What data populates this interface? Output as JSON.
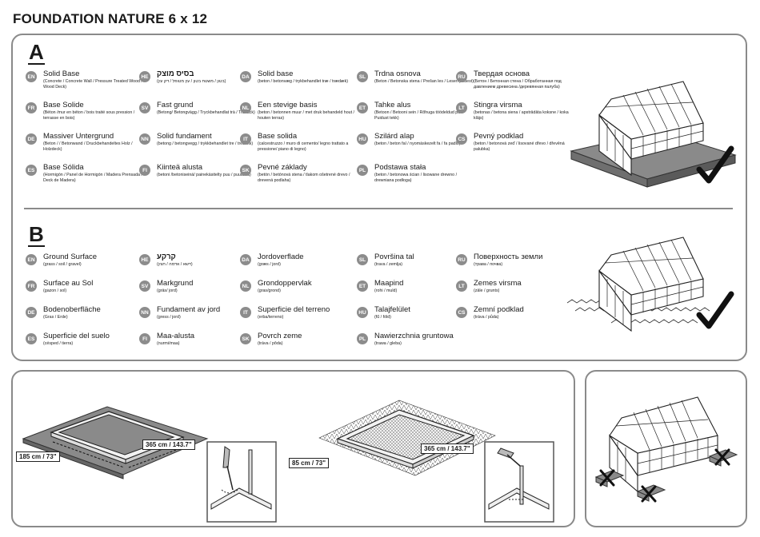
{
  "title": "FOUNDATION NATURE 6 x 12",
  "section_a": {
    "letter": "A",
    "columns": [
      [
        {
          "code": "EN",
          "title": "Solid Base",
          "sub": "(Concrete / Concrete Wall / Pressure Treated Wood / Wood Deck)"
        },
        {
          "code": "FR",
          "title": "Base Solide",
          "sub": "(Béton /mur en béton / bois traité sous pression / terrasse en bois)"
        },
        {
          "code": "DE",
          "title": "Massiver Untergrund",
          "sub": "(Beton / / Betonwand / Druckbehandeltes Holz / Holzdeck)"
        },
        {
          "code": "ES",
          "title": "Base Sólida",
          "sub": "(Hormigón / Panel de Hormigón / Madera Prensada / Deck de Madera)"
        }
      ],
      [
        {
          "code": "HE",
          "title": "בסיס מוצק",
          "sub": "(בטון / משטח בטון / עץ מטופל / דק עץ)"
        },
        {
          "code": "SV",
          "title": "Fast grund",
          "sub": "(Betong/ Betongvägg / Tryckbehandlat trä / Trädäck)"
        },
        {
          "code": "NN",
          "title": "Solid fundament",
          "sub": "(betong / betongvegg / trykkbehandlet tre / tredekk)"
        },
        {
          "code": "FI",
          "title": "Kiinteä alusta",
          "sub": "(betoni /betoniseinä/ painekäsitelty puu / puulattia)"
        }
      ],
      [
        {
          "code": "DA",
          "title": "Solid base",
          "sub": "(beton / betonvæg / trykbehandlet træ / trædæk)"
        },
        {
          "code": "NL",
          "title": "Een stevige basis",
          "sub": "(beton / betonnen muur / met druk behandeld hout / houten terras)"
        },
        {
          "code": "IT",
          "title": "Base solida",
          "sub": "(calcestruzzo / muro di cemento/ legno trattato a pressione/ piano di legno)"
        },
        {
          "code": "SK",
          "title": "Pevné základy",
          "sub": "(betón / betónová stena / tlakom ošetrené drevo / drevená podlaha)"
        }
      ],
      [
        {
          "code": "SL",
          "title": "Trdna osnova",
          "sub": "(Beton / Betonska stena / Prešan les / Lesen podest)"
        },
        {
          "code": "ET",
          "title": "Tahke alus",
          "sub": "(Betoon / Betooni sein / Rõhuga töödeldud puit/ Puidust tekk)"
        },
        {
          "code": "HU",
          "title": "Szilárd alap",
          "sub": "(beton / beton fal / nyomáskezelt fa / fa padló)"
        },
        {
          "code": "PL",
          "title": "Podstawa stała",
          "sub": "(beton / betonowa ścian / lisowane drewno / drewniana podłoga)"
        }
      ],
      [
        {
          "code": "RU",
          "title": "Твердая основа",
          "sub": "(Бетон / Бетонная стена / Обработанная под давлением древесина /деревянная палуба)"
        },
        {
          "code": "LT",
          "title": "Stingra virsma",
          "sub": "(betonas / betona siena / apstrādāta koksne / koka klājs)"
        },
        {
          "code": "CS",
          "title": "Pevný podklad",
          "sub": "(beton / betonová zeď / lisované dřevo / dřevěná palubka)"
        }
      ]
    ]
  },
  "section_b": {
    "letter": "B",
    "columns": [
      [
        {
          "code": "EN",
          "title": "Ground Surface",
          "sub": "(grass / soil / gravel)"
        },
        {
          "code": "FR",
          "title": "Surface au Sol",
          "sub": "(gazon / sol)"
        },
        {
          "code": "DE",
          "title": "Bodenoberfläche",
          "sub": "(Gras / Erde)"
        },
        {
          "code": "ES",
          "title": "Superficie del suelo",
          "sub": "(césped / tierra)"
        }
      ],
      [
        {
          "code": "HE",
          "title": "קרקע",
          "sub": "(דשא / אדמה / חצץ)"
        },
        {
          "code": "SV",
          "title": "Markgrund",
          "sub": "(gräs/ jord)"
        },
        {
          "code": "NN",
          "title": "Fundament av jord",
          "sub": "(gress / jord)"
        },
        {
          "code": "FI",
          "title": "Maa-alusta",
          "sub": "(nurmi/maa)"
        }
      ],
      [
        {
          "code": "DA",
          "title": "Jordoverflade",
          "sub": "(græs / jord)"
        },
        {
          "code": "NL",
          "title": "Grondoppervlak",
          "sub": "(gras/grond)"
        },
        {
          "code": "IT",
          "title": "Superficie del terreno",
          "sub": "(erba/terreno)"
        },
        {
          "code": "SK",
          "title": "Povrch zeme",
          "sub": "(tráva / pôda)"
        }
      ],
      [
        {
          "code": "SL",
          "title": "Površina tal",
          "sub": "(trava / zemlja)"
        },
        {
          "code": "ET",
          "title": "Maapind",
          "sub": "(rohi / muld)"
        },
        {
          "code": "HU",
          "title": "Talajfelület",
          "sub": "(fű / föld)"
        },
        {
          "code": "PL",
          "title": "Nawierzchnia gruntowa",
          "sub": "(trawa / gleba)"
        }
      ],
      [
        {
          "code": "RU",
          "title": "Поверхность земли",
          "sub": "(трава / почва)"
        },
        {
          "code": "LT",
          "title": "Zemes virsma",
          "sub": "(zāle / grunts)"
        },
        {
          "code": "CS",
          "title": "Zemní podklad",
          "sub": "(tráva / půda)"
        }
      ]
    ]
  },
  "dimensions": {
    "left_width": "185 cm / 73\"",
    "left_length": "365 cm / 143.7\"",
    "right_width": "85 cm / 73\"",
    "right_length": "365 cm / 143.7\""
  }
}
